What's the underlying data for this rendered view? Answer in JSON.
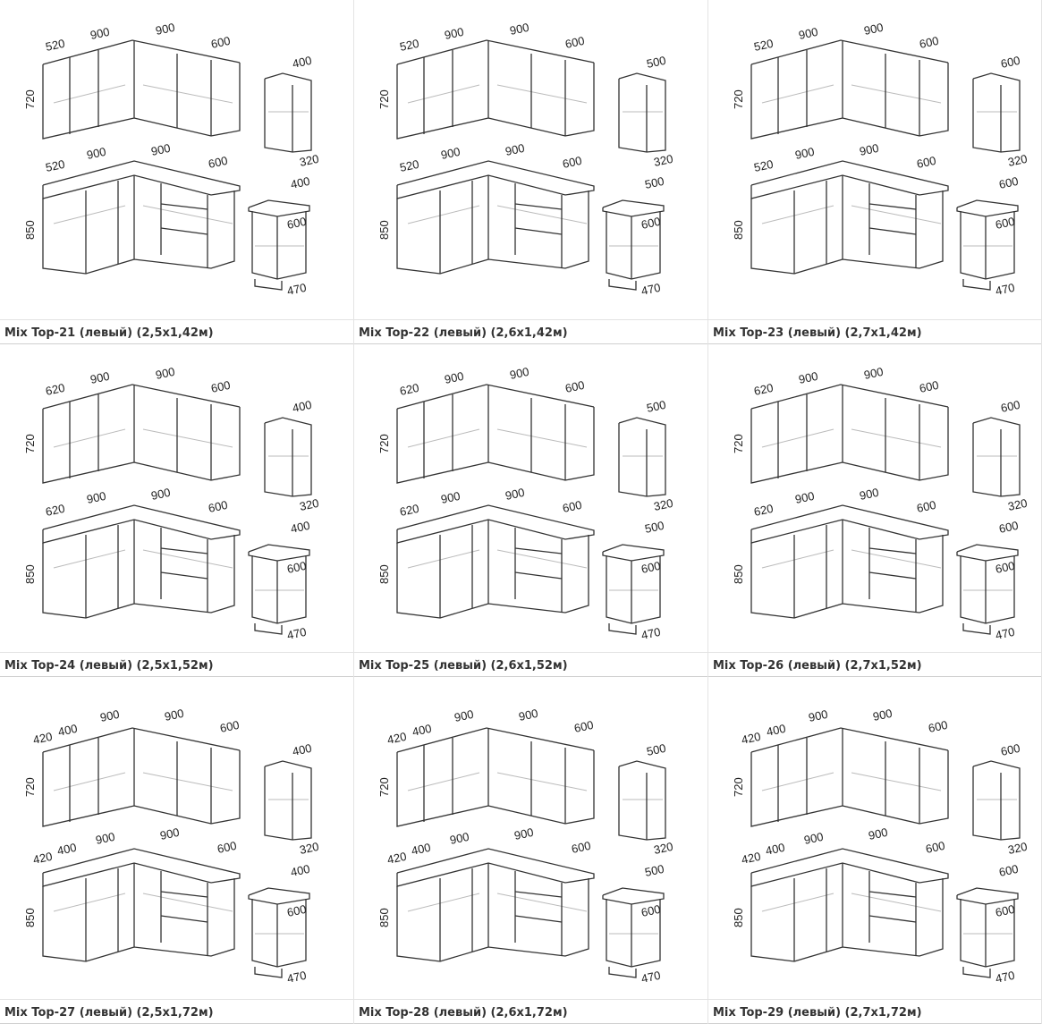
{
  "items": [
    {
      "title": "Mix Top-21 (левый) (2,5x1,42м)",
      "upper_dims": [
        "520",
        "900",
        "900",
        "600"
      ],
      "lower_dims": [
        "520",
        "900",
        "900",
        "600"
      ],
      "side_width": "400",
      "upper_height": "720",
      "lower_height": "850",
      "upper_depth": "320",
      "side_height": "600",
      "lower_depth": "470"
    },
    {
      "title": "Mix Top-22 (левый) (2,6x1,42м)",
      "upper_dims": [
        "520",
        "900",
        "900",
        "600"
      ],
      "lower_dims": [
        "520",
        "900",
        "900",
        "600"
      ],
      "side_width": "500",
      "upper_height": "720",
      "lower_height": "850",
      "upper_depth": "320",
      "side_height": "600",
      "lower_depth": "470"
    },
    {
      "title": "Mix Top-23 (левый) (2,7x1,42м)",
      "upper_dims": [
        "520",
        "900",
        "900",
        "600"
      ],
      "lower_dims": [
        "520",
        "900",
        "900",
        "600"
      ],
      "side_width": "600",
      "upper_height": "720",
      "lower_height": "850",
      "upper_depth": "320",
      "side_height": "600",
      "lower_depth": "470"
    },
    {
      "title": "Mix Top-24 (левый) (2,5x1,52м)",
      "upper_dims": [
        "620",
        "900",
        "900",
        "600"
      ],
      "lower_dims": [
        "620",
        "900",
        "900",
        "600"
      ],
      "side_width": "400",
      "upper_height": "720",
      "lower_height": "850",
      "upper_depth": "320",
      "side_height": "600",
      "lower_depth": "470"
    },
    {
      "title": "Mix Top-25 (левый) (2,6x1,52м)",
      "upper_dims": [
        "620",
        "900",
        "900",
        "600"
      ],
      "lower_dims": [
        "620",
        "900",
        "900",
        "600"
      ],
      "side_width": "500",
      "upper_height": "720",
      "lower_height": "850",
      "upper_depth": "320",
      "side_height": "600",
      "lower_depth": "470"
    },
    {
      "title": "Mix Top-26 (левый) (2,7x1,52м)",
      "upper_dims": [
        "620",
        "900",
        "900",
        "600"
      ],
      "lower_dims": [
        "620",
        "900",
        "900",
        "600"
      ],
      "side_width": "600",
      "upper_height": "720",
      "lower_height": "850",
      "upper_depth": "320",
      "side_height": "600",
      "lower_depth": "470"
    },
    {
      "title": "Mix Top-27 (левый) (2,5x1,72м)",
      "upper_dims": [
        "420",
        "400",
        "900",
        "900",
        "600"
      ],
      "lower_dims": [
        "420",
        "400",
        "900",
        "900",
        "600"
      ],
      "side_width": "400",
      "upper_height": "720",
      "lower_height": "850",
      "upper_depth": "320",
      "side_height": "600",
      "lower_depth": "470"
    },
    {
      "title": "Mix Top-28 (левый) (2,6x1,72м)",
      "upper_dims": [
        "420",
        "400",
        "900",
        "900",
        "600"
      ],
      "lower_dims": [
        "420",
        "400",
        "900",
        "900",
        "600"
      ],
      "side_width": "500",
      "upper_height": "720",
      "lower_height": "850",
      "upper_depth": "320",
      "side_height": "600",
      "lower_depth": "470"
    },
    {
      "title": "Mix Top-29 (левый) (2,7x1,72м)",
      "upper_dims": [
        "420",
        "400",
        "900",
        "900",
        "600"
      ],
      "lower_dims": [
        "420",
        "400",
        "900",
        "900",
        "600"
      ],
      "side_width": "600",
      "upper_height": "720",
      "lower_height": "850",
      "upper_depth": "320",
      "side_height": "600",
      "lower_depth": "470"
    }
  ]
}
